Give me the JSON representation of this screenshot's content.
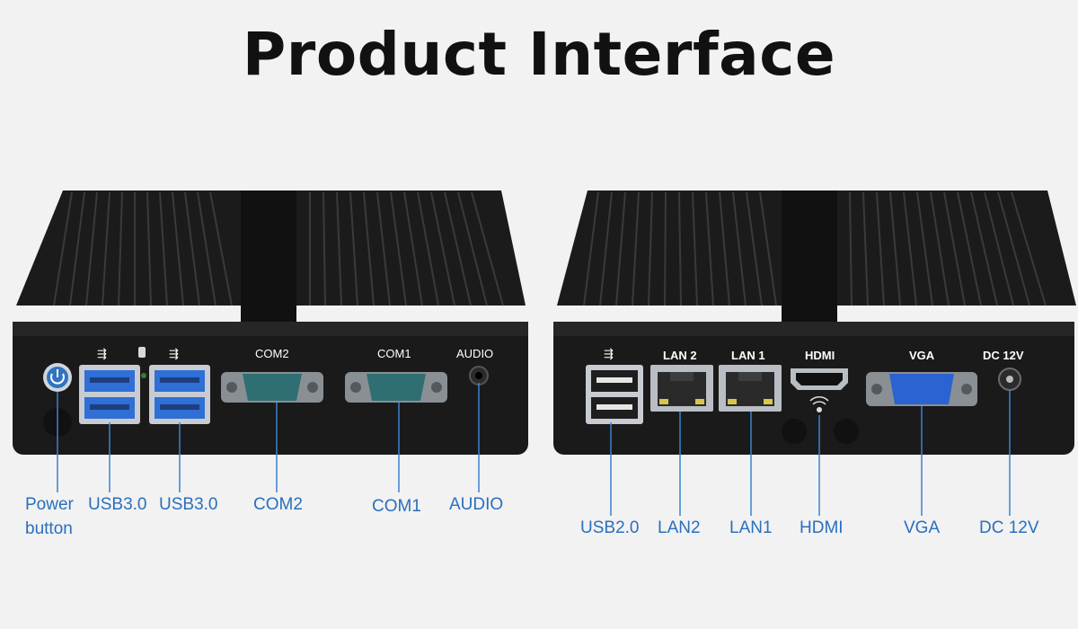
{
  "title": "Product Interface",
  "front_panel": {
    "port_labels": {
      "com2": "COM2",
      "com1": "COM1",
      "audio": "AUDIO"
    },
    "callouts": {
      "power_line1": "Power",
      "power_line2": "button",
      "usb30_a": "USB3.0",
      "usb30_b": "USB3.0",
      "com2": "COM2",
      "com1": "COM1",
      "audio": "AUDIO"
    }
  },
  "rear_panel": {
    "port_labels": {
      "lan2": "LAN 2",
      "lan1": "LAN 1",
      "hdmi": "HDMI",
      "vga": "VGA",
      "dc": "DC  12V"
    },
    "callouts": {
      "usb20": "USB2.0",
      "lan2": "LAN2",
      "lan1": "LAN1",
      "hdmi": "HDMI",
      "vga": "VGA",
      "dc": "DC 12V"
    }
  },
  "colors": {
    "callout_text": "#2a6fbd",
    "leader_line": "#3b82d0",
    "chassis": "#1c1c1c",
    "usb3_blue": "#2f6fd6",
    "serial_teal": "#2f6f74",
    "vga_blue": "#2b63d0"
  }
}
